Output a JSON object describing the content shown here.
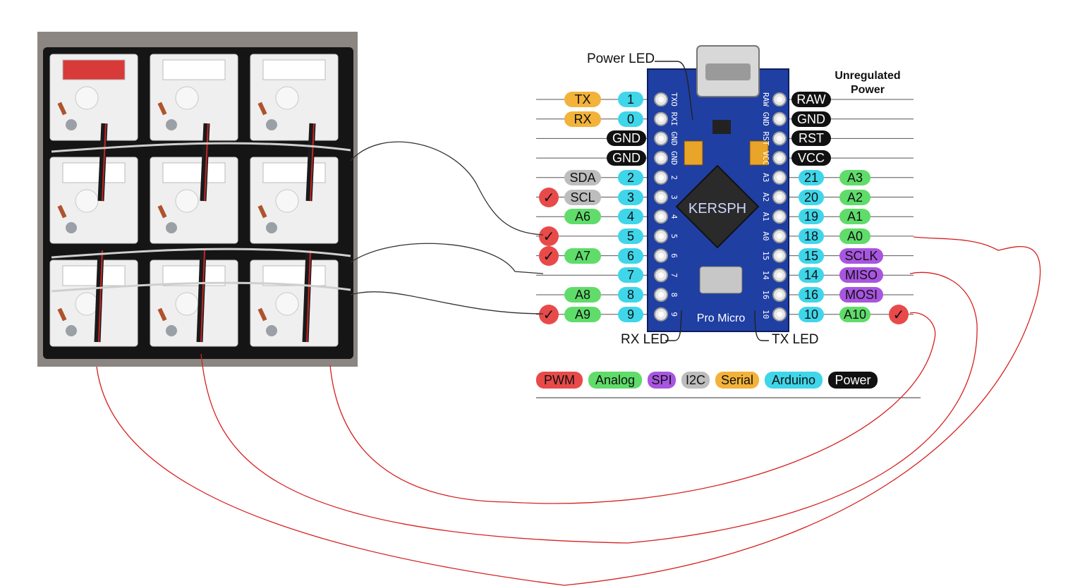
{
  "colors": {
    "pwm": "#e84a4a",
    "analog": "#5fdc6a",
    "spi": "#a855e0",
    "i2c": "#bdbdbd",
    "serial": "#f3b23a",
    "arduino": "#3fd6ea",
    "power": "#111111",
    "board": "#1f3fa3",
    "wire_black": "#333333",
    "wire_red": "#d62020"
  },
  "board": {
    "chip_text": "KERSPH",
    "board_name": "Pro Micro",
    "labels": {
      "power_led": "Power LED",
      "rx_led": "RX LED",
      "tx_led": "TX LED",
      "unregulated_line1": "Unregulated",
      "unregulated_line2": "Power"
    },
    "left_pins": [
      {
        "num": "1",
        "func": "TX",
        "func_type": "serial",
        "pwm": false
      },
      {
        "num": "0",
        "func": "RX",
        "func_type": "serial",
        "pwm": false
      },
      {
        "num": "",
        "func": "GND",
        "func_type": "power",
        "pwm": false
      },
      {
        "num": "",
        "func": "GND",
        "func_type": "power",
        "pwm": false
      },
      {
        "num": "2",
        "func": "SDA",
        "func_type": "i2c",
        "pwm": false
      },
      {
        "num": "3",
        "func": "SCL",
        "func_type": "i2c",
        "pwm": true
      },
      {
        "num": "4",
        "func": "A6",
        "func_type": "analog",
        "pwm": false
      },
      {
        "num": "5",
        "func": "",
        "func_type": "",
        "pwm": true
      },
      {
        "num": "6",
        "func": "A7",
        "func_type": "analog",
        "pwm": true
      },
      {
        "num": "7",
        "func": "",
        "func_type": "",
        "pwm": false
      },
      {
        "num": "8",
        "func": "A8",
        "func_type": "analog",
        "pwm": false
      },
      {
        "num": "9",
        "func": "A9",
        "func_type": "analog",
        "pwm": true
      }
    ],
    "right_pins": [
      {
        "num": "",
        "func": "RAW",
        "func_type": "power",
        "pwm": false
      },
      {
        "num": "",
        "func": "GND",
        "func_type": "power",
        "pwm": false
      },
      {
        "num": "",
        "func": "RST",
        "func_type": "power",
        "pwm": false
      },
      {
        "num": "",
        "func": "VCC",
        "func_type": "power",
        "pwm": false
      },
      {
        "num": "21",
        "func": "A3",
        "func_type": "analog",
        "pwm": false
      },
      {
        "num": "20",
        "func": "A2",
        "func_type": "analog",
        "pwm": false
      },
      {
        "num": "19",
        "func": "A1",
        "func_type": "analog",
        "pwm": false
      },
      {
        "num": "18",
        "func": "A0",
        "func_type": "analog",
        "pwm": false
      },
      {
        "num": "15",
        "func": "SCLK",
        "func_type": "spi",
        "pwm": false
      },
      {
        "num": "14",
        "func": "MISO",
        "func_type": "spi",
        "pwm": false
      },
      {
        "num": "16",
        "func": "MOSI",
        "func_type": "spi",
        "pwm": false
      },
      {
        "num": "10",
        "func": "A10",
        "func_type": "analog",
        "pwm": true
      }
    ],
    "silk_left": [
      "TXO",
      "RXI",
      "GND",
      "GND",
      "2",
      "3",
      "4",
      "5",
      "6",
      "7",
      "8",
      "9"
    ],
    "silk_right": [
      "RAW",
      "GND",
      "RST",
      "VCC",
      "A3",
      "A2",
      "A1",
      "A0",
      "15",
      "14",
      "16",
      "10"
    ],
    "check_glyph": "✓"
  },
  "legend": [
    {
      "label": "PWM",
      "type": "pwm"
    },
    {
      "label": "Analog",
      "type": "analog"
    },
    {
      "label": "SPI",
      "type": "spi"
    },
    {
      "label": "I2C",
      "type": "i2c"
    },
    {
      "label": "Serial",
      "type": "serial"
    },
    {
      "label": "Arduino",
      "type": "arduino"
    },
    {
      "label": "Power",
      "type": "power"
    }
  ],
  "keypad": {
    "rows": 3,
    "cols": 3
  }
}
